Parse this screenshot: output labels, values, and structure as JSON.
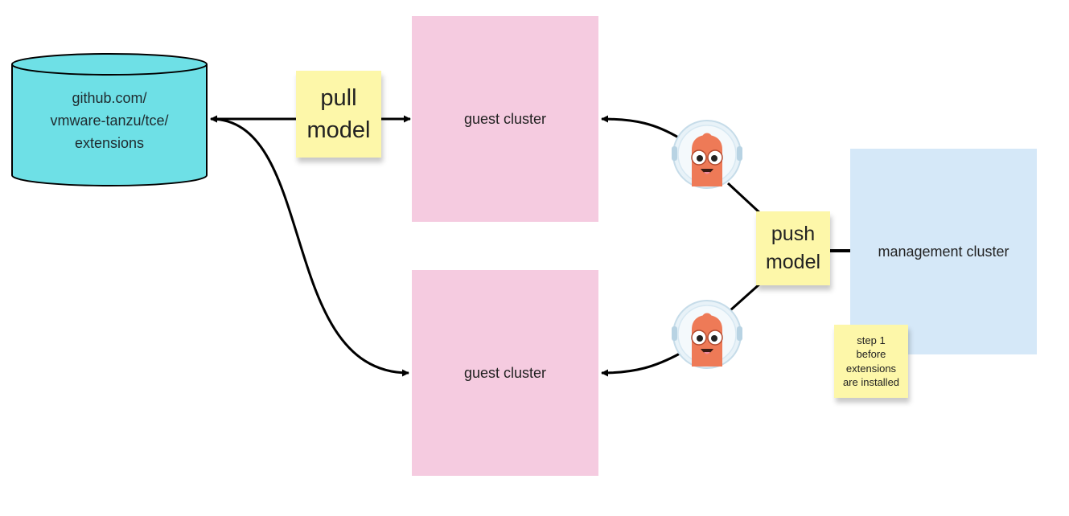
{
  "repository": {
    "label": "github.com/\nvmware-tanzu/tce/\nextensions",
    "fill_color": "#6ee0e6"
  },
  "clusters": {
    "guest_top": "guest cluster",
    "guest_bottom": "guest cluster",
    "management": "management cluster",
    "guest_color": "#f5cbe0",
    "management_color": "#d5e8f8"
  },
  "notes": {
    "pull": "pull\nmodel",
    "push": "push\nmodel",
    "step": "step 1\nbefore\nextensions\nare installed",
    "note_color": "#fdf7a9"
  },
  "icons": {
    "argo_top": "argo-mascot-icon",
    "argo_bottom": "argo-mascot-icon"
  }
}
